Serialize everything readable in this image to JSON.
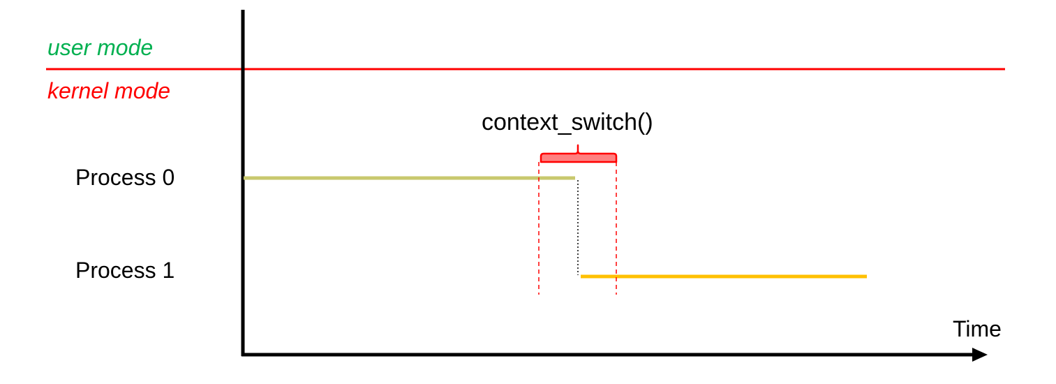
{
  "modes": {
    "user_label": "user mode",
    "kernel_label": "kernel mode",
    "user_color": "#00b050",
    "kernel_color": "#ff0000"
  },
  "processes": [
    {
      "label": "Process 0",
      "color": "#c8c86e"
    },
    {
      "label": "Process 1",
      "color": "#ffc000"
    }
  ],
  "context_switch": {
    "label": "context_switch()",
    "brace_fill": "#ff8080",
    "brace_stroke": "#ff0000"
  },
  "axis": {
    "x_label": "Time"
  }
}
